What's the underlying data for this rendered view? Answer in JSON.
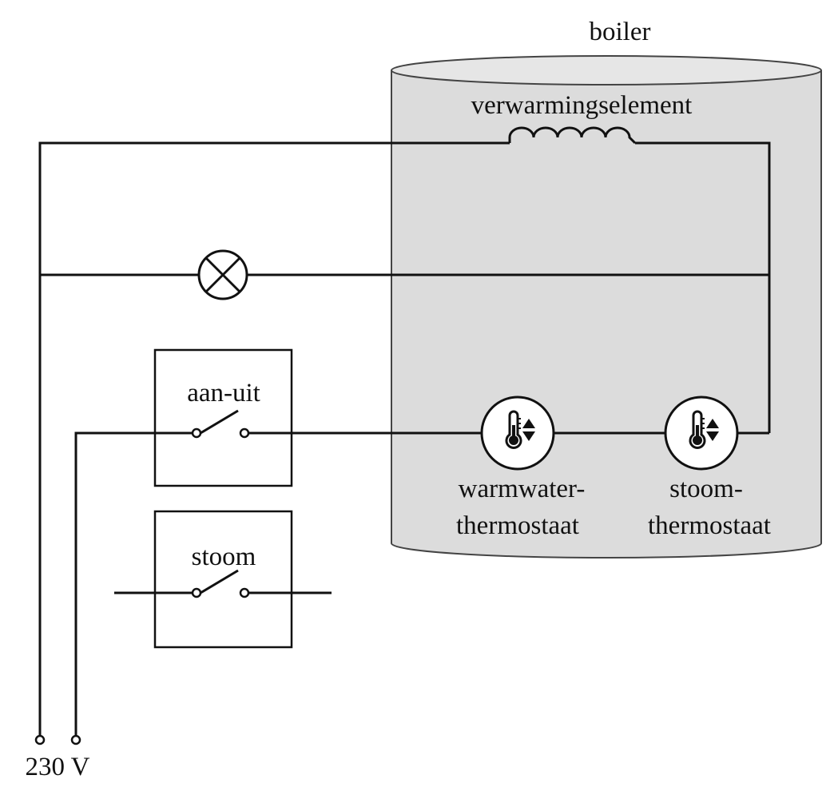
{
  "labels": {
    "boiler": "boiler",
    "heating_element": "verwarmingselement",
    "switch_power": "aan-uit",
    "switch_steam": "stoom",
    "thermostat_hot_water_line1": "warmwater-",
    "thermostat_hot_water_line2": "thermostaat",
    "thermostat_steam_line1": "stoom-",
    "thermostat_steam_line2": "thermostaat",
    "voltage": "230 V"
  },
  "icons": {
    "lamp": "lamp-symbol-icon",
    "thermostat": "thermometer-updown-icon"
  },
  "colors": {
    "boiler_fill": "#dcdcdc",
    "line": "#111111",
    "background": "#ffffff"
  }
}
